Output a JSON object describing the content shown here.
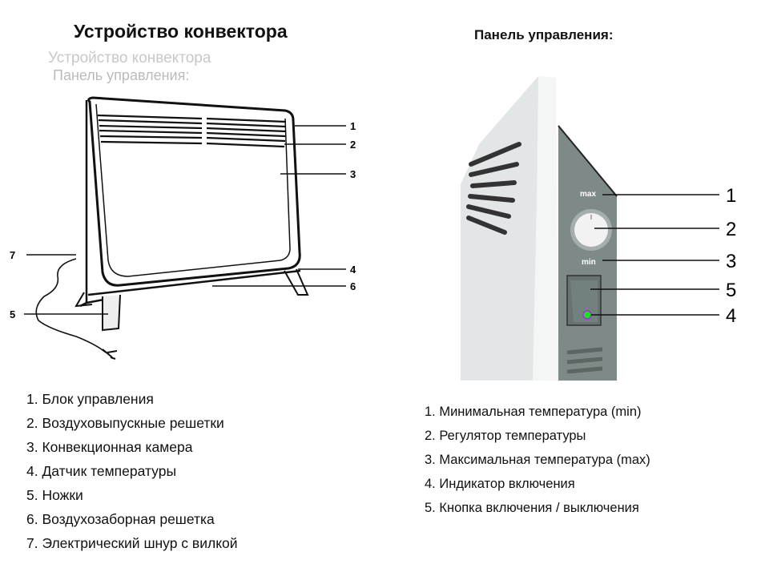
{
  "left": {
    "title": "Устройство конвектора",
    "ghost_title": "Устройство конвектора",
    "ghost_subtitle": "Панель управления:",
    "callouts": [
      "1",
      "2",
      "3",
      "4",
      "6",
      "7",
      "5"
    ],
    "items": [
      "1. Блок управления",
      "2. Воздуховыпускные решетки",
      "3. Конвекционная камера",
      "4. Датчик температуры",
      "5. Ножки",
      "6. Воздухозаборная решетка",
      "7. Электрический шнур с вилкой"
    ]
  },
  "right": {
    "title": "Панель управления:",
    "max_label": "max",
    "min_label": "min",
    "callouts": [
      "1",
      "2",
      "3",
      "5",
      "4"
    ],
    "indicator_color": "#22dd22",
    "items": [
      "1. Минимальная температура (min)",
      "2. Регулятор температуры",
      "3. Максимальная температура (max)",
      "4. Индикатор включения",
      "5. Кнопка включения / выключения"
    ]
  }
}
